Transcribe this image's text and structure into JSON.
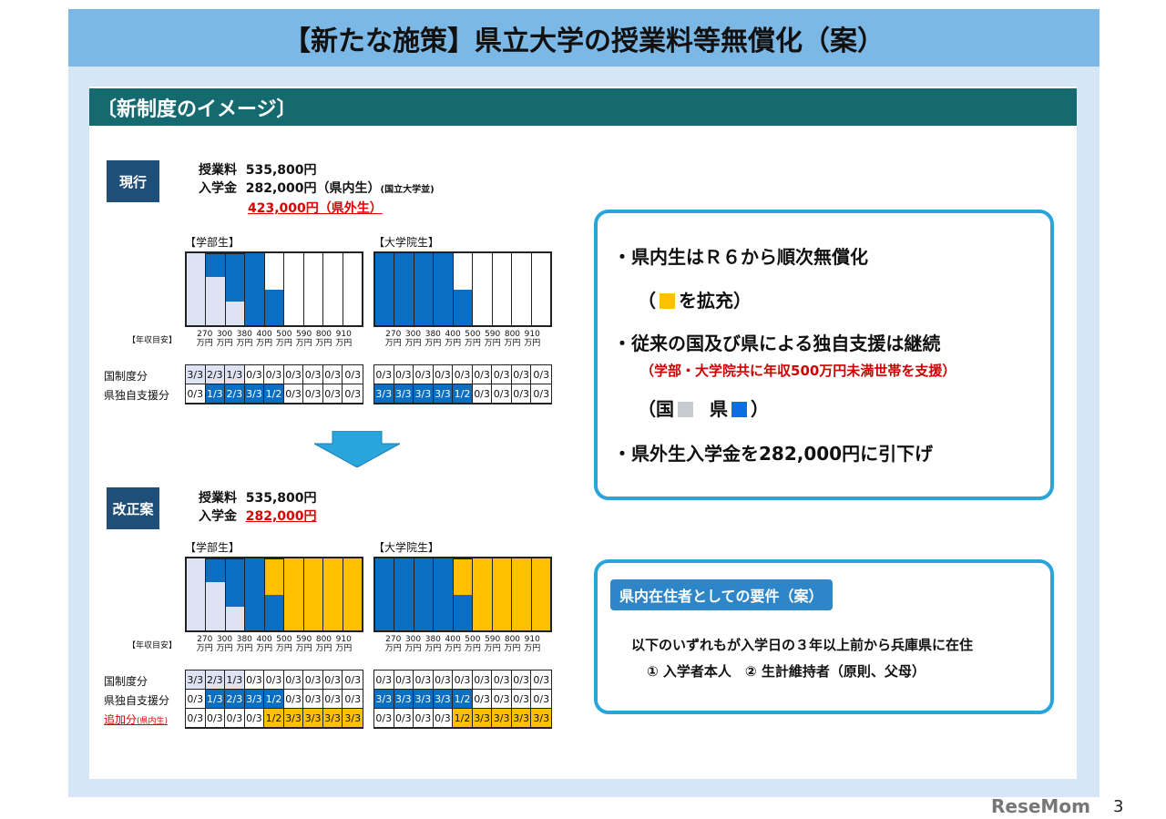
{
  "title": "【新たな施策】県立大学の授業料等無償化（案）",
  "section": "〔新制度のイメージ〕",
  "current": {
    "tag": "現行",
    "tuition_label": "授業料",
    "tuition": "535,800円",
    "entry_label": "入学金",
    "entry_in": "282,000円（県内生）",
    "entry_note": "(国立大学並)",
    "entry_out": "423,000円（県外生）"
  },
  "proposal": {
    "tag": "改正案",
    "tuition_label": "授業料",
    "tuition": "535,800円",
    "entry_label": "入学金",
    "entry_in": "282,000円"
  },
  "undergrad_label": "【学部生】",
  "grad_label": "【大学院生】",
  "income_label": "【年収目安】",
  "income_ticks": [
    "270",
    "300",
    "380",
    "400",
    "500",
    "590",
    "800",
    "910"
  ],
  "income_unit": "万円",
  "row_labels": {
    "national": "国制度分",
    "pref": "県独自支援分",
    "added": "追加分",
    "added_note": "(県内生)"
  },
  "colors": {
    "national": "#dde3f2",
    "pref": "#0a6fc2",
    "added": "#ffc000",
    "border": "#2aa5dc",
    "header": "#156a6f"
  },
  "tables": {
    "current_undergrad": {
      "national": [
        "3/3",
        "2/3",
        "1/3",
        "0/3",
        "0/3",
        "0/3",
        "0/3",
        "0/3",
        "0/3"
      ],
      "pref": [
        "0/3",
        "1/3",
        "2/3",
        "3/3",
        "1/2",
        "0/3",
        "0/3",
        "0/3",
        "0/3"
      ]
    },
    "current_grad": {
      "national": [
        "0/3",
        "0/3",
        "0/3",
        "0/3",
        "0/3",
        "0/3",
        "0/3",
        "0/3",
        "0/3"
      ],
      "pref": [
        "3/3",
        "3/3",
        "3/3",
        "3/3",
        "1/2",
        "0/3",
        "0/3",
        "0/3",
        "0/3"
      ]
    },
    "proposal_undergrad": {
      "national": [
        "3/3",
        "2/3",
        "1/3",
        "0/3",
        "0/3",
        "0/3",
        "0/3",
        "0/3",
        "0/3"
      ],
      "pref": [
        "0/3",
        "1/3",
        "2/3",
        "3/3",
        "1/2",
        "0/3",
        "0/3",
        "0/3",
        "0/3"
      ],
      "added": [
        "0/3",
        "0/3",
        "0/3",
        "0/3",
        "1/2",
        "3/3",
        "3/3",
        "3/3",
        "3/3"
      ]
    },
    "proposal_grad": {
      "national": [
        "0/3",
        "0/3",
        "0/3",
        "0/3",
        "0/3",
        "0/3",
        "0/3",
        "0/3",
        "0/3"
      ],
      "pref": [
        "3/3",
        "3/3",
        "3/3",
        "3/3",
        "1/2",
        "0/3",
        "0/3",
        "0/3",
        "0/3"
      ],
      "added": [
        "0/3",
        "0/3",
        "0/3",
        "0/3",
        "1/2",
        "3/3",
        "3/3",
        "3/3",
        "3/3"
      ]
    }
  },
  "summary": {
    "p1": "・県内生はＲ６から順次無償化",
    "p1_sub_open": "（",
    "p1_sub_text": "を拡充）",
    "p2": "・従来の国及び県による独自支援は継続",
    "p2_note": "（学部・大学院共に年収500万円未満世帯を支援）",
    "p2_sub_open": "（国",
    "p2_sub_mid": "県",
    "p2_sub_close": "）",
    "p3": "・県外生入学金を282,000円に引下げ"
  },
  "requirements": {
    "badge": "県内在住者としての要件（案）",
    "line1": "以下のいずれもが入学日の３年以上前から兵庫県に在住",
    "line2": "① 入学者本人　② 生計維持者（原則、父母）"
  },
  "page_number": "3",
  "watermark": "ReseMom"
}
